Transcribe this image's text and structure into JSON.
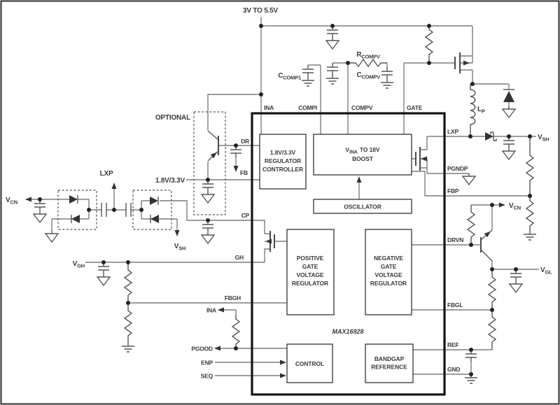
{
  "colors": {
    "wire": "#7d7d7d",
    "component": "#555555",
    "text": "#3a3a3a",
    "chip_border": "#141414",
    "background": "#ffffff"
  },
  "supply_label": "3V TO 5.5V",
  "chip": {
    "part": "MAX16928",
    "blocks": {
      "regulator_controller": [
        "1.8V/3.3V",
        "REGULATOR",
        "CONTROLLER"
      ],
      "boost": {
        "main": "V",
        "sub": "INA",
        "rest": "TO 18V",
        "line2": "BOOST"
      },
      "oscillator": "OSCILLATOR",
      "positive_gate_regulator": [
        "POSITIVE",
        "GATE",
        "VOLTAGE",
        "REGULATOR"
      ],
      "negative_gate_regulator": [
        "NEGATIVE",
        "GATE",
        "VOLTAGE",
        "REGULATOR"
      ],
      "control": "CONTROL",
      "bandgap_reference": [
        "BANDGAP",
        "REFERENCE"
      ]
    },
    "pins": {
      "ina": "INA",
      "compi": "COMPI",
      "compv": "COMPV",
      "gate": "GATE",
      "lxp": "LXP",
      "pgndp": "PGNDP",
      "fbp": "FBP",
      "drvn": "DRVN",
      "fbgl": "FBGL",
      "ref": "REF",
      "gnd": "GND",
      "dr": "DR",
      "fb": "FB",
      "cp": "CP",
      "gh": "GH",
      "fbgh": "FBGH",
      "pgood": "PGOOD",
      "enp": "ENP",
      "seq": "SEQ"
    }
  },
  "labels": {
    "optional": "OPTIONAL",
    "reg_output": "1.8V/3.3V",
    "lxp": "LXP",
    "vcn": {
      "main": "V",
      "sub": "CN"
    },
    "vsh": {
      "main": "V",
      "sub": "SH"
    },
    "vgh": {
      "main": "V",
      "sub": "GH"
    },
    "vgl": {
      "main": "V",
      "sub": "GL"
    },
    "lp": {
      "main": "L",
      "sub": "P"
    },
    "ccomp1": {
      "main": "C",
      "sub": "COMP1"
    },
    "ccompv": {
      "main": "C",
      "sub": "COMPV"
    },
    "rcompv": {
      "main": "R",
      "sub": "COMPV"
    }
  }
}
